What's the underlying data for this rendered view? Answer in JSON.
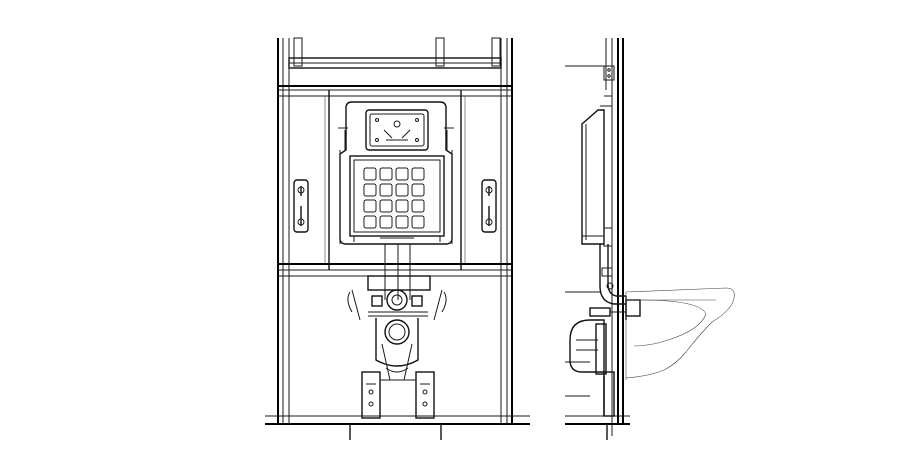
{
  "drawing": {
    "views": [
      "front-elevation",
      "side-section"
    ],
    "colors": {
      "line": "#000000",
      "background": "#ffffff"
    },
    "flush_plate": {
      "button_grid": {
        "rows": 4,
        "cols": 4
      }
    }
  }
}
